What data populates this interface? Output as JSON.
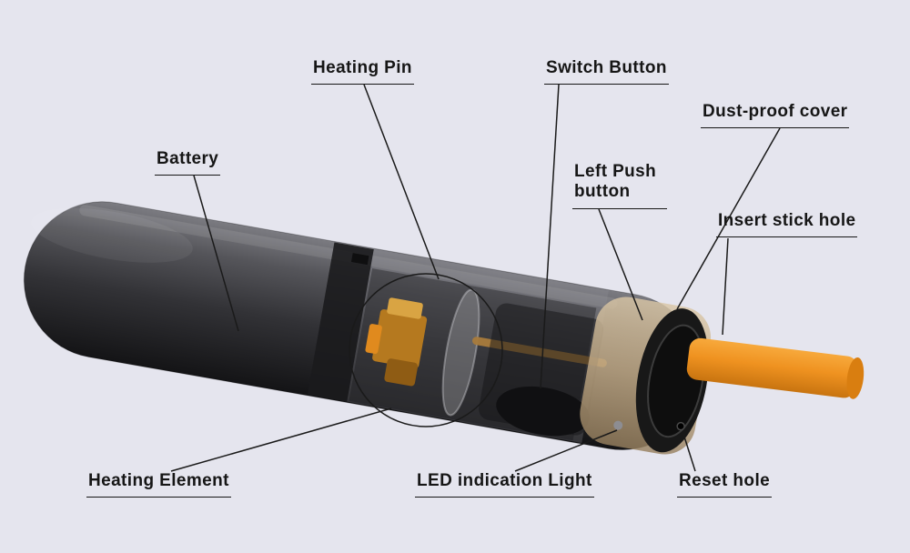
{
  "diagram": {
    "subject": "heated-tobacco-device-cutaway",
    "background_color": "#e5e5ee",
    "line_color": "#1a1a1a",
    "device_colors": {
      "body": "#2b2b2e",
      "dark_band": "#1b1b1d",
      "cap": "#c4ae8f",
      "end_cap": "#141414",
      "stick": "#ef9220",
      "heater": "#c8881f"
    }
  },
  "labels": {
    "heating_pin": "Heating Pin",
    "switch_button": "Switch Button",
    "dust_proof_cover": "Dust-proof cover",
    "battery": "Battery",
    "left_push_button": "Left Push button",
    "insert_stick_hole": "Insert stick hole",
    "heating_element": "Heating Element",
    "led_indication_light": "LED indication Light",
    "reset_hole": "Reset hole"
  }
}
